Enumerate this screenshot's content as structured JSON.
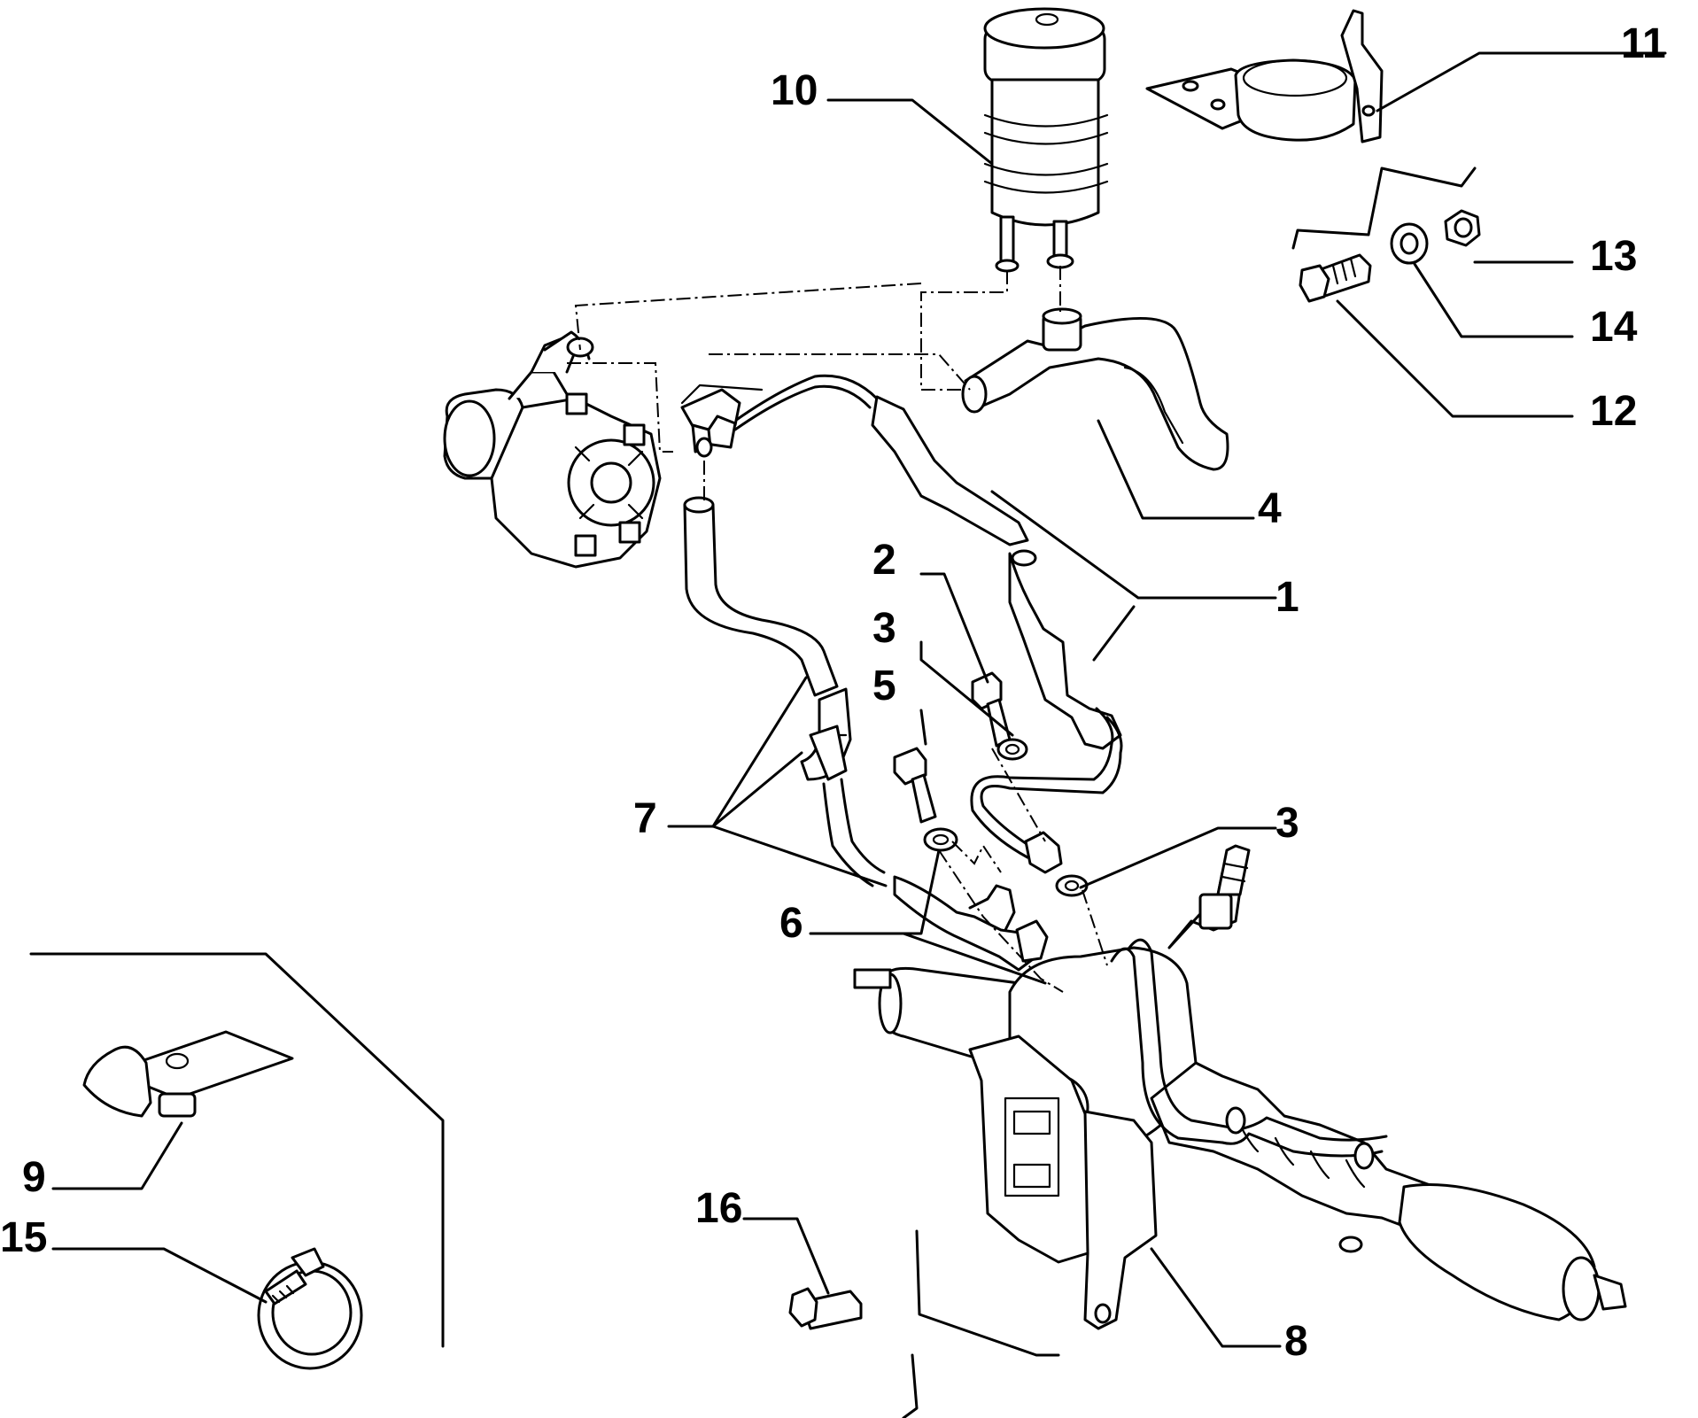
{
  "diagram": {
    "type": "exploded-parts-diagram",
    "subject": "power steering system",
    "callouts": [
      {
        "id": "c1",
        "label": "1"
      },
      {
        "id": "c2",
        "label": "2"
      },
      {
        "id": "c3a",
        "label": "3"
      },
      {
        "id": "c3b",
        "label": "3"
      },
      {
        "id": "c4",
        "label": "4"
      },
      {
        "id": "c5",
        "label": "5"
      },
      {
        "id": "c6",
        "label": "6"
      },
      {
        "id": "c7",
        "label": "7"
      },
      {
        "id": "c8",
        "label": "8"
      },
      {
        "id": "c9",
        "label": "9"
      },
      {
        "id": "c10",
        "label": "10"
      },
      {
        "id": "c11",
        "label": "11"
      },
      {
        "id": "c12",
        "label": "12"
      },
      {
        "id": "c13",
        "label": "13"
      },
      {
        "id": "c14",
        "label": "14"
      },
      {
        "id": "c15",
        "label": "15"
      },
      {
        "id": "c16",
        "label": "16"
      }
    ],
    "parts": [
      {
        "name": "fluid-reservoir",
        "callout": "10"
      },
      {
        "name": "reservoir-bracket",
        "callout": "11"
      },
      {
        "name": "bolt",
        "callout": "12"
      },
      {
        "name": "nut",
        "callout": "13"
      },
      {
        "name": "washer",
        "callout": "14"
      },
      {
        "name": "return-hose",
        "callout": "4"
      },
      {
        "name": "pressure-hose",
        "callout": "1"
      },
      {
        "name": "banjo-bolt",
        "callout": "2"
      },
      {
        "name": "sealing-washer",
        "callout": "3"
      },
      {
        "name": "banjo-bolt",
        "callout": "5"
      },
      {
        "name": "sealing-washer",
        "callout": "6"
      },
      {
        "name": "return-pipe",
        "callout": "7"
      },
      {
        "name": "rack-bracket",
        "callout": "8"
      },
      {
        "name": "pipe-clip",
        "callout": "9"
      },
      {
        "name": "hose-clamp",
        "callout": "15"
      },
      {
        "name": "bracket-bolt",
        "callout": "16"
      },
      {
        "name": "power-steering-pump",
        "callout": ""
      },
      {
        "name": "steering-rack",
        "callout": ""
      }
    ]
  }
}
